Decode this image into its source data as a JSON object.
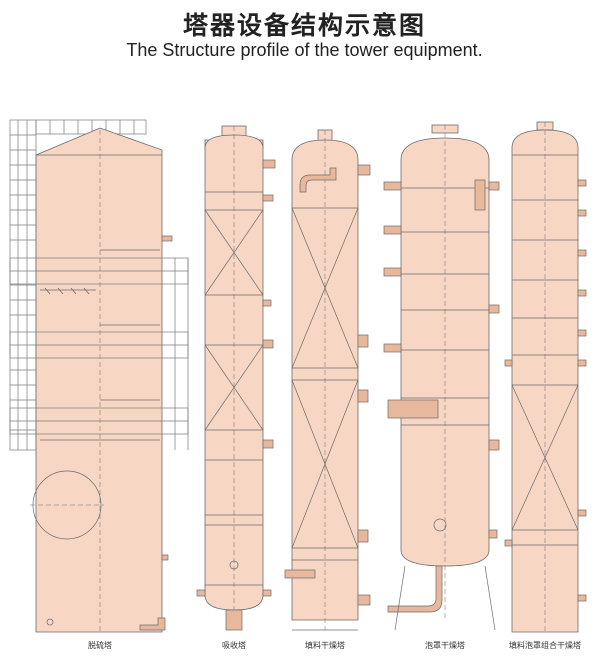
{
  "title_cn": "塔器设备结构示意图",
  "title_en": "The Structure profile of the tower equipment.",
  "towers": [
    {
      "label": "脱硫塔"
    },
    {
      "label": "吸收塔"
    },
    {
      "label": "填料干燥塔"
    },
    {
      "label": "泡罩干燥塔"
    },
    {
      "label": "填料泡罩组合干燥塔"
    }
  ],
  "colors": {
    "shell_fill": "#f7d6c4",
    "line": "#6b6b6b",
    "scaffold": "#7a7a7a",
    "pipe": "#e8b89c"
  }
}
